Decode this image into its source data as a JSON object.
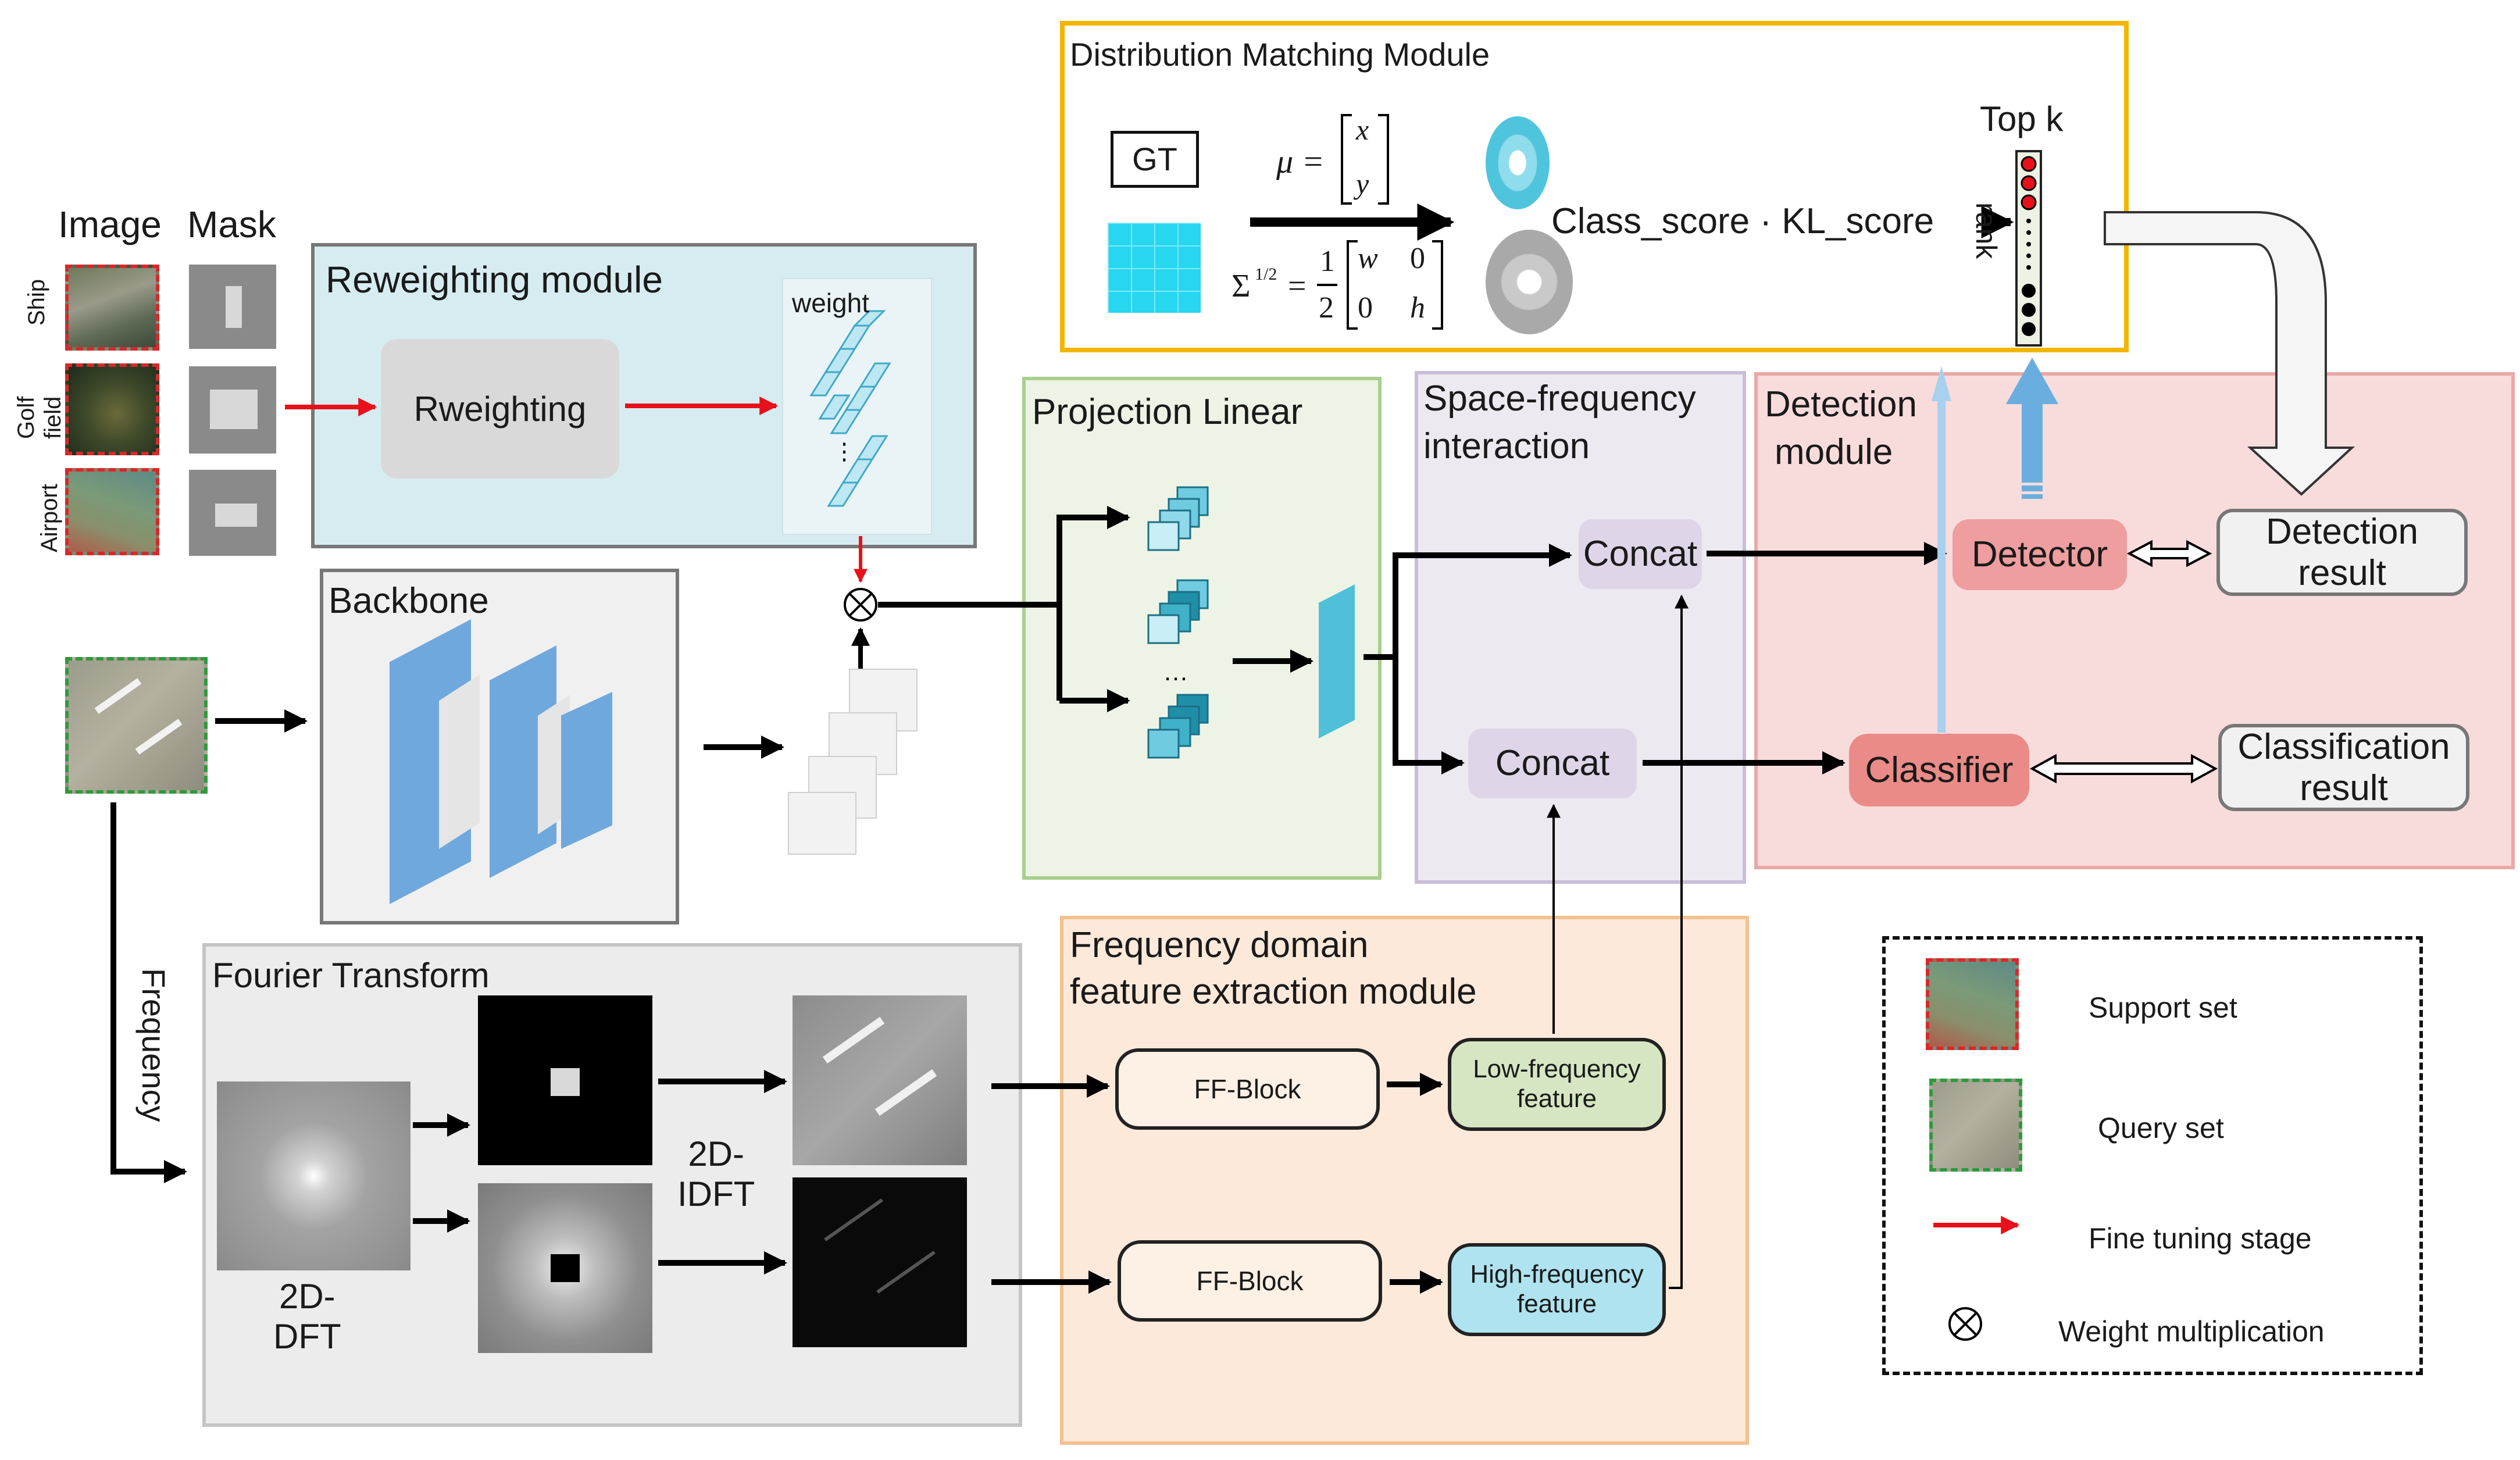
{
  "inputs": {
    "image_header": "Image",
    "mask_header": "Mask",
    "row_labels": [
      "Ship",
      "Golf\nfield",
      "Airport"
    ]
  },
  "reweighting": {
    "title": "Reweighting module",
    "node": "Rweighting",
    "weight_label": "weight"
  },
  "backbone": {
    "title": "Backbone"
  },
  "projection": {
    "title": "Projection Linear"
  },
  "space_freq": {
    "title_line1": "Space-frequency",
    "title_line2": "interaction",
    "concat_top": "Concat",
    "concat_bottom": "Concat"
  },
  "detection": {
    "title_line1": "Detection",
    "title_line2": "module",
    "detector": "Detector",
    "classifier": "Classifier",
    "detection_result": "Detection\nresult",
    "classification_result": "Classification\nresult"
  },
  "dmm": {
    "title": "Distribution Matching Module",
    "gt": "GT",
    "mu_lhs": "μ =",
    "mu_top": "x",
    "mu_bottom": "y",
    "sigma_lhs": "Σ",
    "sigma_sup": "1/2",
    "sigma_eq": "=",
    "frac_num": "1",
    "frac_den": "2",
    "m11": "w",
    "m12": "0",
    "m21": "0",
    "m22": "h",
    "score": "Class_score · KL_score",
    "rank": "rank",
    "topk": "Top k"
  },
  "fourier": {
    "title": "Fourier Transform",
    "frequency": "Frequency",
    "dft": "2D-\nDFT",
    "idft": "2D-\nIDFT"
  },
  "freq_module": {
    "title_line1": "Frequency domain",
    "title_line2": "feature extraction module",
    "ff_block_1": "FF-Block",
    "ff_block_2": "FF-Block",
    "low_freq": "Low-frequency\nfeature",
    "high_freq": "High-frequency\nfeature"
  },
  "legend": {
    "support": "Support set",
    "query": "Query set",
    "fine_tuning": "Fine tuning stage",
    "weight_mult": "Weight multiplication",
    "otimes": "⊗"
  },
  "colors": {
    "reweight_bg": "#d6ecf1",
    "projection_bg": "#edf4e6",
    "space_freq_bg": "#ede9f1",
    "detection_bg": "#f8dcdb",
    "freq_module_bg": "#fde9da",
    "dmm_border": "#f2b600",
    "fine_tune_arrow": "#e8101a",
    "support_border": "#d9282a",
    "query_border": "#2e9a3c",
    "cyan": "#27d6ef",
    "blue_arrow": "#6aaee0"
  }
}
